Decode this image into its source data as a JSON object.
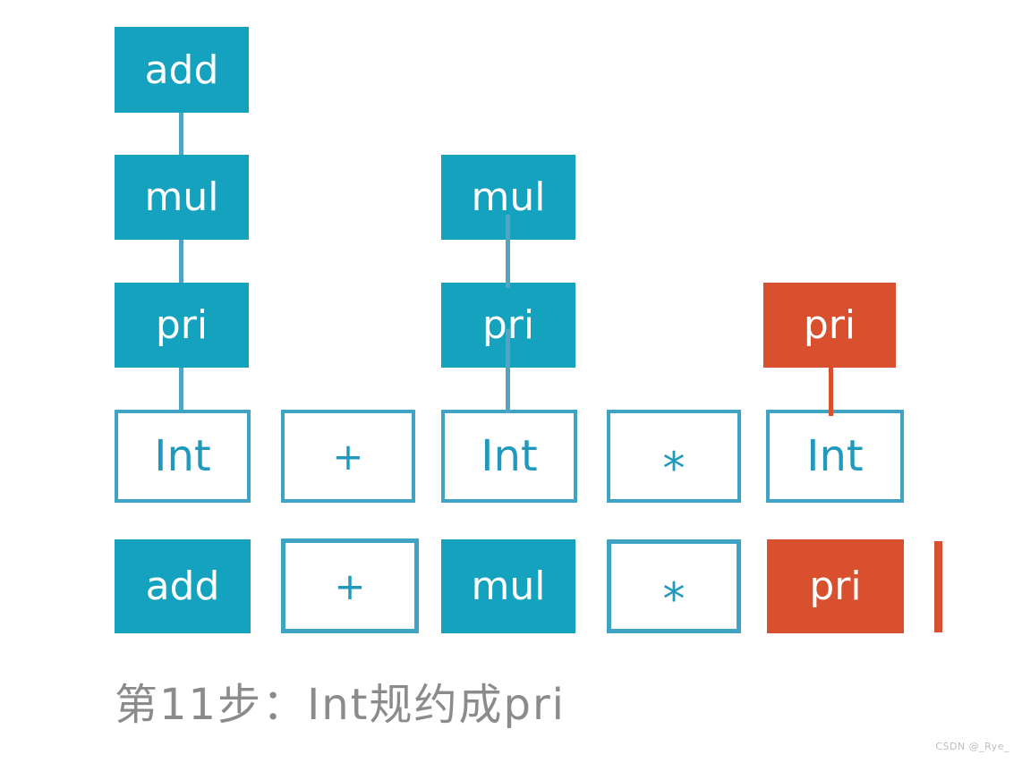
{
  "palette": {
    "teal": "#14a2be",
    "teal_border": "#3fa3c4",
    "teal_text": "#2199bd",
    "orange": "#d9502e",
    "connector": "#55a2c1",
    "caption_gray": "#8b8b8b",
    "watermark_gray": "#bdbdbd"
  },
  "forest": {
    "trees": [
      {
        "nodes": [
          "add",
          "mul",
          "pri"
        ],
        "leaf": "Int"
      },
      {
        "nodes": [],
        "leaf": "+"
      },
      {
        "nodes": [
          "mul",
          "pri"
        ],
        "leaf": "Int"
      },
      {
        "nodes": [],
        "leaf": "*"
      },
      {
        "nodes": [
          "pri"
        ],
        "leaf": "Int"
      }
    ]
  },
  "stack": {
    "tokens": [
      "add",
      "+",
      "mul",
      "*",
      "pri"
    ]
  },
  "caption": {
    "text": "第11步：Int规约成pri"
  },
  "watermark": {
    "text": "CSDN @_Rye_"
  }
}
